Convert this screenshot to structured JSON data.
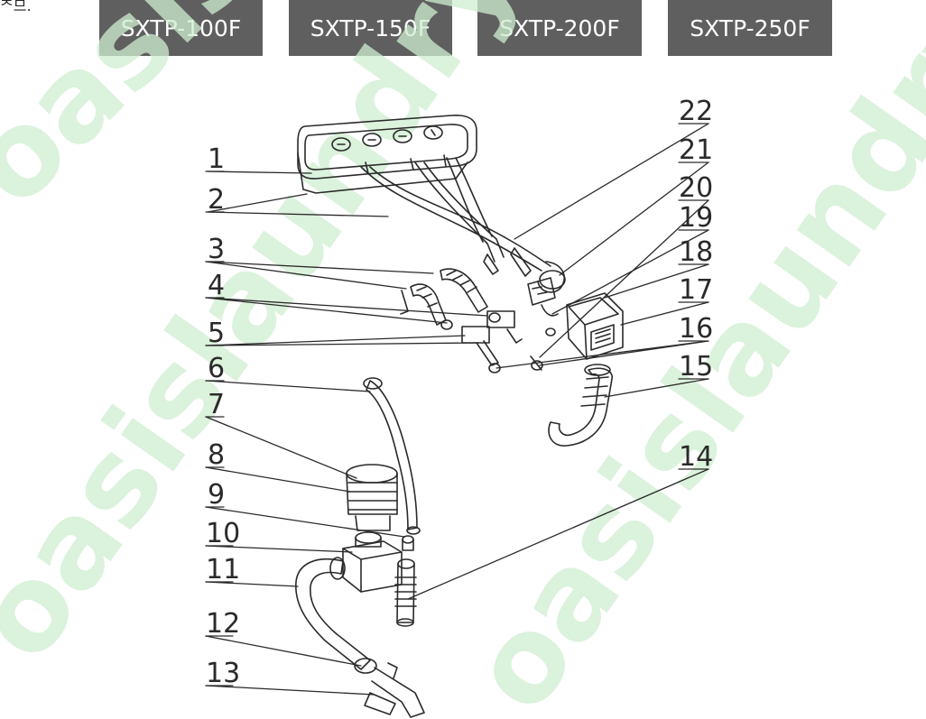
{
  "corner_glyph": "ᄌ므.",
  "tabs": [
    {
      "label": "SXTP-100F"
    },
    {
      "label": "SXTP-150F"
    },
    {
      "label": "SXTP-200F"
    },
    {
      "label": "SXTP-250F"
    }
  ],
  "watermark": "oasislaundry.ru",
  "callouts": [
    "1",
    "2",
    "3",
    "4",
    "5",
    "6",
    "7",
    "8",
    "9",
    "10",
    "11",
    "12",
    "13",
    "14",
    "15",
    "16",
    "17",
    "18",
    "19",
    "20",
    "21",
    "22"
  ],
  "colors": {
    "tab_bg": "#5f5f5f",
    "tab_text": "#ffffff",
    "watermark": "#cfeed1",
    "ink": "#2a2a2a"
  }
}
